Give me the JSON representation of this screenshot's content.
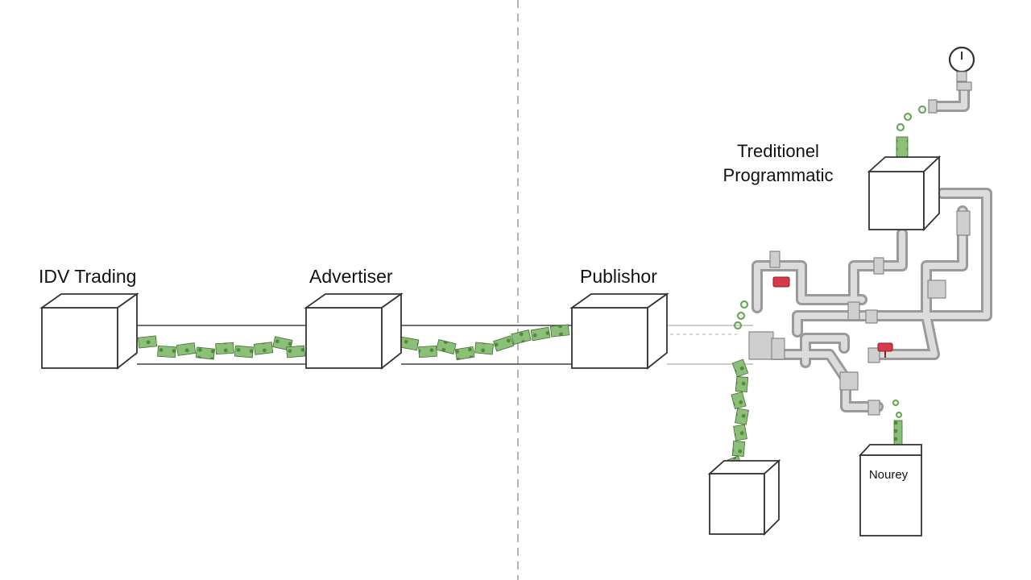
{
  "labels": {
    "idv_trading": "IDV Trading",
    "advertiser": "Advertiser",
    "publisher": "Publishor",
    "traditional_line1": "Treditionel",
    "traditional_line2": "Programmatic",
    "box_label": "Nourey"
  },
  "colors": {
    "outline": "#333333",
    "pipe": "#b9b9b9",
    "pipe_dark": "#8f8f8f",
    "money": "#7fb069",
    "money_dark": "#3f6d2f",
    "valve": "#d93a4a",
    "divider": "#9a9a9a"
  }
}
